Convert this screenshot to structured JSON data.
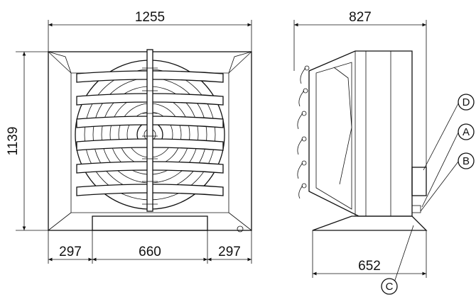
{
  "front_view": {
    "width_dim": "1255",
    "height_dim": "1139",
    "bottom_left_dim": "297",
    "bottom_mid_dim": "660",
    "bottom_right_dim": "297"
  },
  "side_view": {
    "depth_dim": "827",
    "base_dim": "652"
  },
  "callouts": [
    "D",
    "A",
    "B",
    "C"
  ]
}
